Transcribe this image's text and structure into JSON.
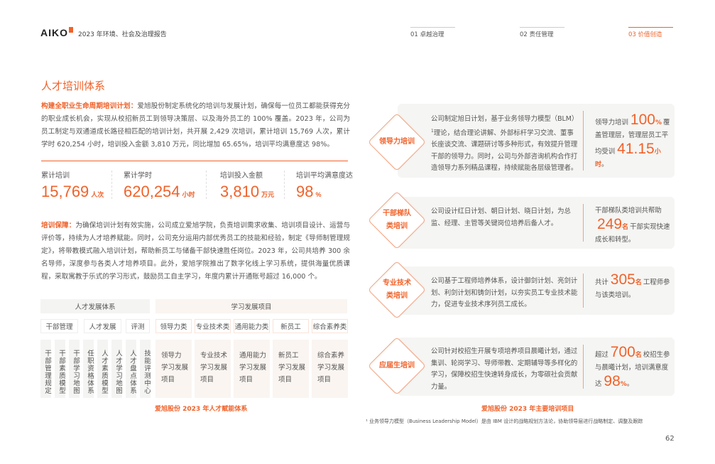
{
  "header": {
    "logo": "AIKO",
    "report_title": "2023 年环境、社会及治理报告",
    "nav": [
      "01 卓越治理",
      "02 责任管理",
      "03 价值创造"
    ]
  },
  "title": "人才培训体系",
  "intro": {
    "label": "构建全职业生命周期培训计划：",
    "text": "爱旭股份制定系统化的培训与发展计划，确保每一位员工都能获得充分的职业成长机会，实现从校招新员工到领导决策层、以及海外员工的 100% 覆盖。2023 年，公司为员工制定与双通道成长路径相匹配的培训计划，共开展 2,429 次培训，累计培训 15,769 人次，累计学时 620,254 小时，培训投入金额 3,810 万元，同比增加 65.65%，培训平均满意度达 98%。"
  },
  "stats": [
    {
      "label": "累计培训",
      "value": "15,769",
      "unit": "人次"
    },
    {
      "label": "累计学时",
      "value": "620,254",
      "unit": "小时"
    },
    {
      "label": "培训投入金额",
      "value": "3,810",
      "unit": "万元"
    },
    {
      "label": "培训平均满意度达",
      "value": "98",
      "unit": "%"
    }
  ],
  "guarantee": {
    "label": "培训保障：",
    "text": "为确保培训计划有效实施，公司成立爱旭学院，负责培训需求收集、培训项目设计、运营与评价等，持续为人才培养赋能。同时，公司充分运用内部优秀员工的技能和经验，制定《导师制管理规定》，将带教模式融入培训计划，帮助新员工与储备干部快速胜任岗位。2023 年，公司共培养 300 余名导师，深度参与各类人才培养项目。此外，爱旭学院推出了数字化线上学习系统，提供海量优质课程，采取寓教于乐式的学习形式，鼓励员工自主学习，年度内累计开通账号超过 16,000 个。"
  },
  "diagram": {
    "left_header": "人才发展体系",
    "right_header": "学习发展项目",
    "left_groups": [
      "干部管理",
      "人才发展",
      "评测"
    ],
    "left_items": [
      "干部管理规定",
      "干部素质模型",
      "干部学习地图",
      "任职资格体系",
      "人才素质模型",
      "人才学习地图",
      "人才盘点体系",
      "技能评测中心"
    ],
    "right_groups": [
      "领导力类",
      "专业技术类",
      "通用能力类",
      "新员工",
      "综合素养类"
    ],
    "right_items": [
      [
        "领导力",
        "学习发展",
        "项目"
      ],
      [
        "专业技术",
        "学习发展",
        "项目"
      ],
      [
        "通用能力",
        "学习发展",
        "项目"
      ],
      [
        "新员工",
        "学习发展",
        "项目"
      ],
      [
        "综合素养",
        "学习发展",
        "项目"
      ]
    ],
    "caption": "爱旭股份 2023 年人才赋能体系"
  },
  "programs": [
    {
      "name": "领导力培训",
      "desc": "公司制定旭日计划，基于业务领导力模型（BLM）",
      "sup": "1",
      "desc2": "理论，结合理论讲解、外部标杆学习交流、董事长座谈交流、课题研讨等多种形式，有效提升管理干部的领导力。同时，公司与外部咨询机构合作打造领导力系列精品课程，持续赋能各层级管理者。",
      "r1": "领导力培训",
      "n1": "100",
      "u1": "%",
      "r2": "覆盖管理层，管理层员工平均受训",
      "n2": "41.15",
      "u2": "小时",
      "r3": "。"
    },
    {
      "name": "干部梯队类培训",
      "desc": "公司设计红日计划、朝日计划、晓日计划，为总监、经理、主管等关键岗位培养后备人才。",
      "r1": "干部梯队类培训共帮助",
      "n1": "249",
      "u1": "名",
      "r2": "干部实现快速成长和转型。"
    },
    {
      "name": "专业技术类培训",
      "desc": "公司基于工程师培养体系，设计御剑计划、亮剑计划、利剑计划和铸剑计划，以夯实员工专业技术能力，促进专业技术序列员工成长。",
      "r1": "共计",
      "n1": "305",
      "u1": "名",
      "r2": "工程师参与该类培训。"
    },
    {
      "name": "应届生培训",
      "desc": "公司针对校招生开展专项培养项目晨曦计划，通过集训、轮岗学习、导师带教、定期辅导等多样化的学习，保障校招生快速转身成长，为零碳社会贡献力量。",
      "r1": "超过",
      "n1": "700",
      "u1": "名",
      "r2": "校招生参与晨曦计划，培训满意度达",
      "n2": "98",
      "u2": "%",
      "r3": "。"
    }
  ],
  "programs_caption": "爱旭股份 2023 年主要培训项目",
  "footnote": "¹ 业务领导力模型（Business Leadership Model）是由 IBM 设计的战略规划方法论，协助领导层进行战略制定、调整及跟踪",
  "page_number": "62"
}
